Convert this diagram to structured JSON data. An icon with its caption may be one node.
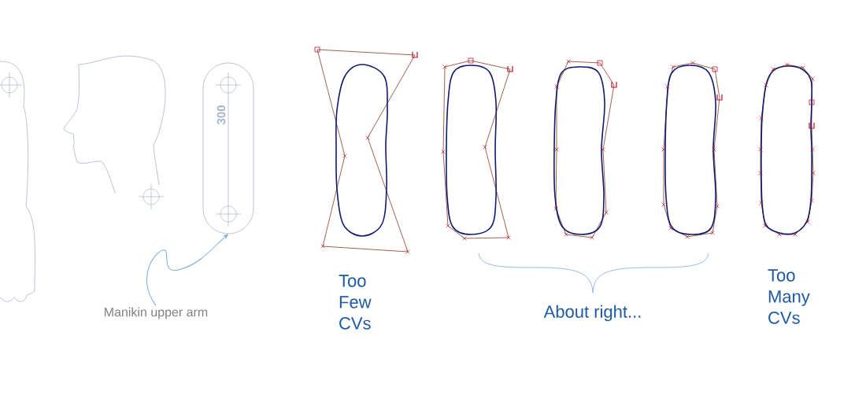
{
  "diagram": {
    "nodes": [
      {
        "text": [
          "Manikin upper arm"
        ]
      },
      {
        "text": [],
        "shape": "box"
      }
    ],
    "edges": [
      {
        "from": 0,
        "to": 1,
        "arrow": "to"
      }
    ],
    "labels": [
      "300",
      "Too Few CVs",
      "About right...",
      "Too Many CVs"
    ]
  }
}
